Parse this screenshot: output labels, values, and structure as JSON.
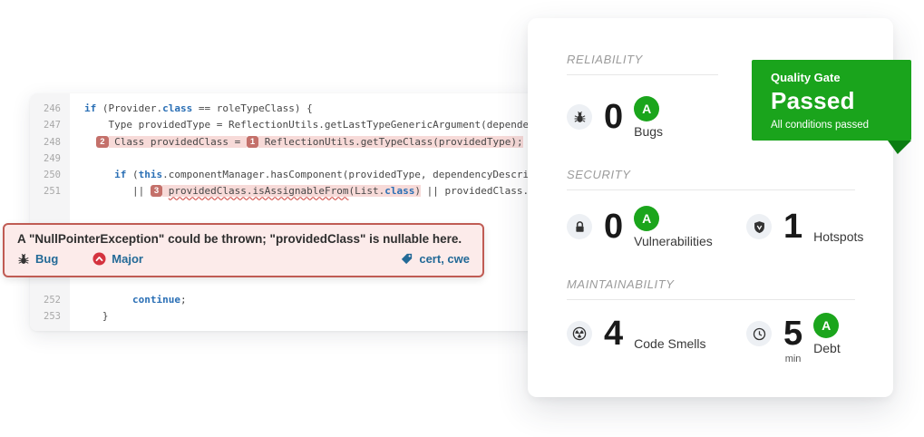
{
  "colors": {
    "accent_green": "#1aa41c",
    "fold_green": "#0b7d11",
    "link_blue": "#236a97",
    "keyword_blue": "#2a6fb5",
    "severity_red": "#d4333f",
    "issue_highlight": "#f7dad8",
    "location_chip_red": "#c4706a",
    "tooltip_bg": "#fcebea",
    "tooltip_border": "#c05c54"
  },
  "editor": {
    "lines": [
      {
        "num": "246",
        "segments": [
          {
            "t": "if",
            "k": true
          },
          {
            "t": " (Provider."
          },
          {
            "t": "class",
            "k": true
          },
          {
            "t": " == roleTypeClass) {"
          }
        ]
      },
      {
        "num": "247",
        "segments": [
          {
            "t": "    Type providedType = ReflectionUtils.getLastTypeGenericArgument(dependencyDe"
          }
        ]
      },
      {
        "num": "248",
        "segments": [
          {
            "t": "  "
          },
          {
            "chip": "2"
          },
          {
            "t": " Class providedClass = ",
            "h": true
          },
          {
            "chip": "1"
          },
          {
            "t": " ReflectionUtils.getTypeClass(providedType);",
            "h": true
          }
        ]
      },
      {
        "num": "249",
        "segments": []
      },
      {
        "num": "250",
        "segments": [
          {
            "t": "     "
          },
          {
            "t": "if",
            "k": true
          },
          {
            "t": " ("
          },
          {
            "t": "this",
            "k": true
          },
          {
            "t": ".componentManager.hasComponent(providedType, dependencyDescriptor.g"
          }
        ]
      },
      {
        "num": "251",
        "gap_after": true,
        "segments": [
          {
            "t": "        || "
          },
          {
            "chip": "3"
          },
          {
            "t": " ",
            "h": true
          },
          {
            "t": "providedClass.isAssignableFrom",
            "h": true,
            "w": true
          },
          {
            "t": "(List.",
            "h": true
          },
          {
            "t": "class",
            "k": true,
            "h": true
          },
          {
            "t": ")",
            "h": true
          },
          {
            "t": " || providedClass.isA"
          }
        ]
      },
      {
        "num": "252",
        "segments": [
          {
            "t": "        "
          },
          {
            "t": "continue",
            "k": true
          },
          {
            "t": ";"
          }
        ]
      },
      {
        "num": "253",
        "segments": [
          {
            "t": "   }"
          }
        ]
      }
    ]
  },
  "tooltip": {
    "message": "A \"NullPointerException\" could be thrown; \"providedClass\" is nullable here.",
    "type": {
      "icon": "bug-icon",
      "label": "Bug"
    },
    "severity": {
      "icon": "severity-major-icon",
      "label": "Major"
    },
    "tags": {
      "icon": "tag-icon",
      "label": "cert, cwe"
    }
  },
  "metrics": {
    "sections": [
      {
        "title": "RELIABILITY",
        "items": [
          {
            "icon": "bug-icon",
            "value": "0",
            "rating": "A",
            "label": "Bugs"
          }
        ]
      },
      {
        "title": "SECURITY",
        "items": [
          {
            "icon": "lock-icon",
            "value": "0",
            "rating": "A",
            "label": "Vulnerabilities"
          },
          {
            "icon": "shield-icon",
            "value": "1",
            "label": "Hotspots"
          }
        ]
      },
      {
        "title": "MAINTAINABILITY",
        "items": [
          {
            "icon": "code-smell-icon",
            "value": "4",
            "label": "Code Smells"
          },
          {
            "icon": "clock-icon",
            "value": "5",
            "rating": "A",
            "label": "Debt",
            "unit": "min"
          }
        ]
      }
    ]
  },
  "quality_gate": {
    "title": "Quality Gate",
    "status": "Passed",
    "subtitle": "All conditions passed"
  }
}
